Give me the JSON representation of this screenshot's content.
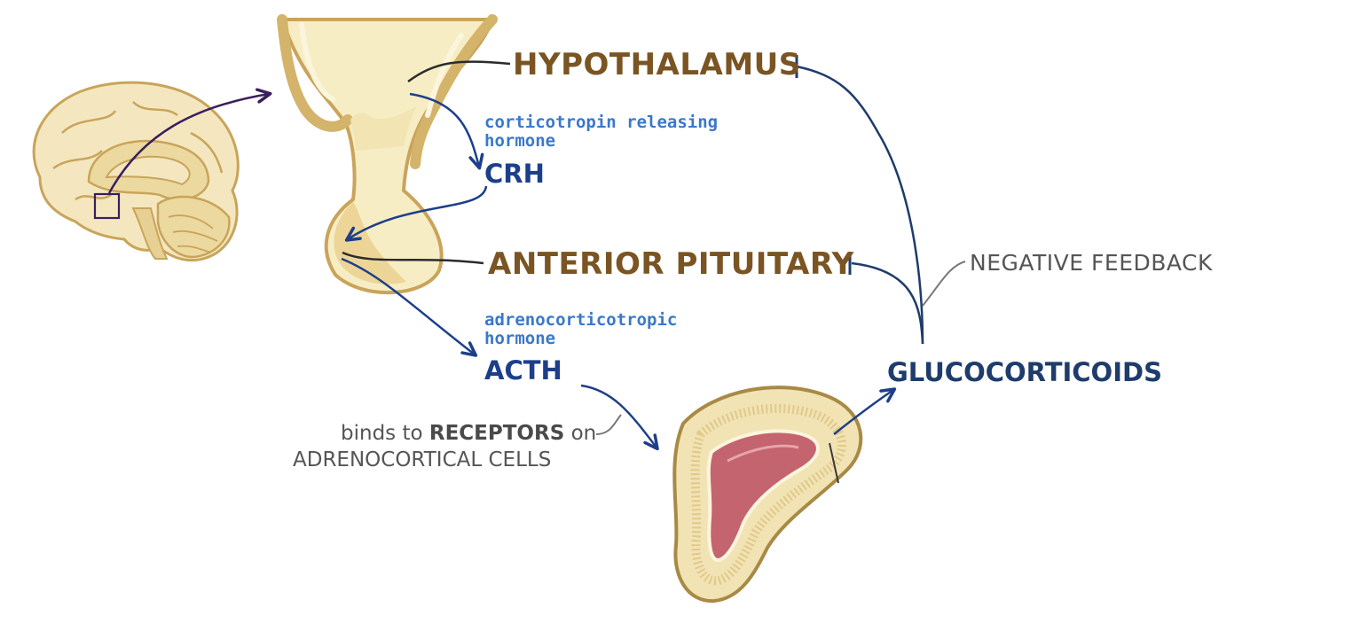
{
  "labels": {
    "hypothalamus": "HYPOTHALAMUS",
    "anterior_pituitary": "ANTERIOR PITUITARY",
    "glucocorticoids": "GLUCOCORTICOIDS",
    "negative_feedback": "NEGATIVE FEEDBACK"
  },
  "hormones": {
    "crh_full": "corticotropin releasing hormone",
    "crh_abbr": "CRH",
    "acth_full": "adrenocorticotropic hormone",
    "acth_abbr": "ACTH"
  },
  "note": {
    "line1_pre": "binds to ",
    "line1_bold": "RECEPTORS",
    "line1_post": " on",
    "line2": "ADRENOCORTICAL CELLS"
  },
  "icons": [
    "brain-sagittal-icon",
    "hypothalamus-pituitary-icon",
    "adrenal-gland-icon"
  ],
  "colors": {
    "organ_text": "#7a5422",
    "hormone_full_text": "#3a78c9",
    "hormone_abbr_text": "#1d3f8a",
    "arrow_blue": "#1d3f8a",
    "feedback_line": "#1e3c6c",
    "brain_arrow": "#3a1f5e",
    "tissue_fill": "#f7edc4",
    "tissue_outline": "#c9a45a",
    "adrenal_medulla": "#c4646e"
  }
}
